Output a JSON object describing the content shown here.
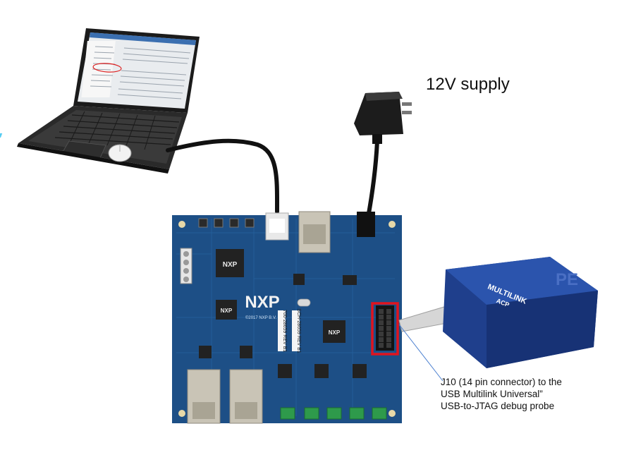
{
  "supply_label": "12V supply",
  "callout": {
    "line1": "J10 (14 pin connector) to the",
    "line2": "USB Multilink Universal”",
    "line3": "USB-to-JTAG debug probe"
  },
  "board": {
    "brand": "NXP",
    "copyright": "©2017 NXP B.V.",
    "part_number_1": "700-28659 REV B1",
    "part_number_2": "SCH-28659 REV B1"
  },
  "probe": {
    "brand": "PE",
    "product": "MULTILINK",
    "product_sub": "ACP"
  },
  "colors": {
    "pcb": "#1d4f86",
    "pcb_dark": "#163f6e",
    "highlight": "#e0141e",
    "probe": "#1f3f8c",
    "callout_line": "#4a7fd0",
    "cable": "#111111"
  }
}
